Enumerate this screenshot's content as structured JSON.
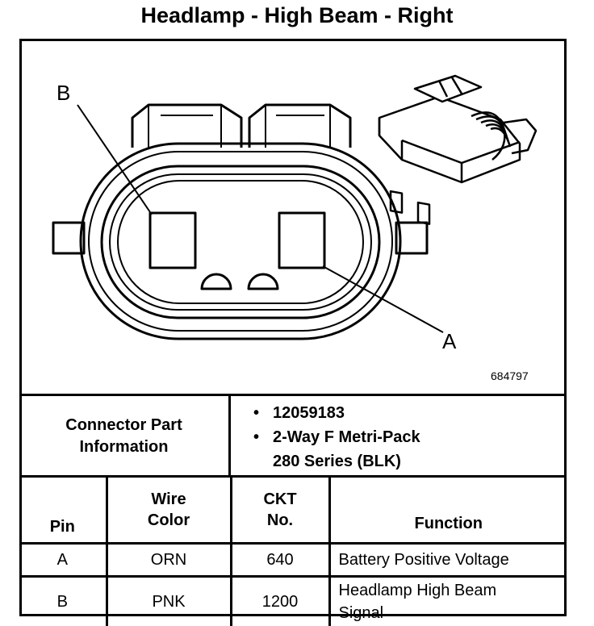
{
  "title": "Headlamp - High Beam - Right",
  "figure_id": "684797",
  "pin_labels": {
    "a": "A",
    "b": "B"
  },
  "connector_info": {
    "label_lines": [
      "Connector Part",
      "Information"
    ],
    "items": [
      {
        "bullet": "•",
        "lines": [
          "12059183"
        ]
      },
      {
        "bullet": "•",
        "lines": [
          "2-Way F Metri-Pack",
          "280 Series (BLK)"
        ]
      }
    ]
  },
  "table": {
    "headers": {
      "pin": "Pin",
      "wire_color": [
        "Wire",
        "Color"
      ],
      "ckt_no": [
        "CKT",
        "No."
      ],
      "function": "Function"
    },
    "rows": [
      {
        "pin": "A",
        "wire_color": "ORN",
        "ckt_no": "640",
        "function": [
          "Battery Positive Voltage"
        ]
      },
      {
        "pin": "B",
        "wire_color": "PNK",
        "ckt_no": "1200",
        "function": [
          "Headlamp High Beam",
          "Signal"
        ]
      }
    ]
  }
}
